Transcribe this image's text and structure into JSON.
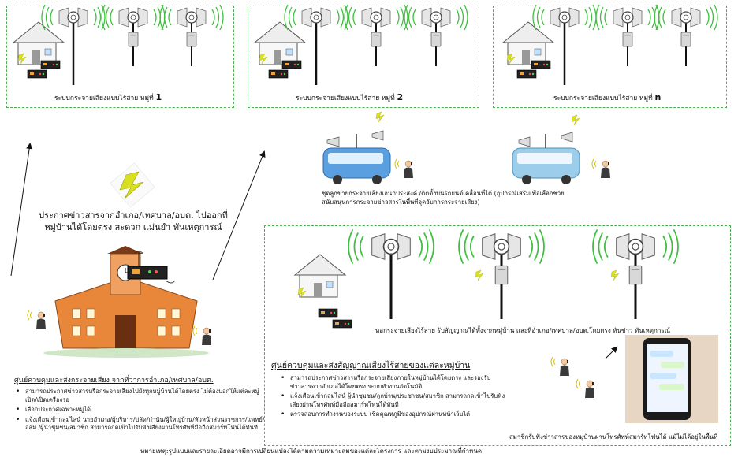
{
  "zones": {
    "village_1": {
      "label": "ระบบกระจายเสียงแบบไร้สาย หมู่ที่",
      "num": "1"
    },
    "village_2": {
      "label": "ระบบกระจายเสียงแบบไร้สาย หมู่ที่",
      "num": "2"
    },
    "village_n": {
      "label": "ระบบกระจายเสียงแบบไร้สาย หมู่ที่",
      "num": "n"
    }
  },
  "announce": {
    "line1": "ประกาศข่าวสารจากอำเภอ/เทศบาล/อบต. ไปออกที่",
    "line2": "หมู่บ้านได้โดยตรง สะดวก แม่นยำ ทันเหตุการณ์"
  },
  "mobile": {
    "line1": "ชุดลูกข่ายกระจายเสียงเอนกประสงค์ /ติดตั้งบนรถยนต์เคลื่อนที่ได้ (อุปกรณ์เสริมเพื่อเลือกช่วย",
    "line2": "สนับสนุนการกระจายข่าวสารในพื้นที่จุดอับการกระจายเสียง)"
  },
  "district_center": {
    "title": "ศูนย์ควบคุมและส่งกระจายเสียง จากที่ว่าการอำเภอ/เทศบาล/อบต.",
    "bullets": [
      "สามารถประกาศข่าวสารหรือกระจายเสียงไปยังทุกหมู่บ้านได้โดยตรง ไม่ต้องบอกให้แต่ละหมู่เปิด/เปิดเครื่องรอ",
      "เลือกประกาศเฉพาะหมู่ได้",
      "แจ้งเตือนเข้ากลุ่มไลน์ นายอำเภอ/ผู้บริหาร/ปลัด/กำนัน/ผู้ใหญ่บ้าน/หัวหน้าส่วนราชการ/แพทย์/อสม./ผู้นำชุมชน/สมาชิก สามารถกดเข้าไปรับฟังเสียงผ่านโทรศัพท์มือถือสมาร์ทโฟนได้ทันที"
    ]
  },
  "village_center": {
    "tower_caption": "หอกระจายเสียงไร้สาย รับสัญญาณได้ทั้งจากหมู่บ้าน และที่อำเภอ/เทศบาล/อบต.โดยตรง ทันข่าว ทันเหตุการณ์",
    "title": "ศูนย์ควบคุมและส่งสัญญาณเสียงไร้สายของแต่ละหมู่บ้าน",
    "bullets": [
      "สามารถประกาศข่าวสารหรือกระจายเสียงภายในหมู่บ้านได้โดยตรง และรองรับข่าวสารจากอำเภอได้โดยตรง ระบบทำงานอัตโนมัติ",
      "แจ้งเตือนเข้ากลุ่มไลน์ ผู้นำชุมชน/ลูกบ้าน/ประชาชน/สมาชิก สามารถกดเข้าไปรับฟังเสียงผ่านโทรศัพท์มือถือสมาร์ทโฟนได้ทันที",
      "ตรวจสอบการทำงานของระบบ เช็คคุณหภูมิของอุปกรณ์ผ่านหน้าเว็บได้"
    ],
    "phone_caption": "สมาชิกรับฟังข่าวสารของหมู่บ้านผ่านโทรศัพท์สมาร์ทโฟนได้ แม้ไม่ได้อยู่ในพื้นที่"
  },
  "note": "หมายเหตุ:รูปแบบและรายละเอียดอาจมีการเปลี่ยนแปลงได้ตามความเหมาะสมของแต่ละโครงการ และตามงบประมาณที่กำหนด",
  "colors": {
    "border": "#4caf50",
    "wave": "#3fbf3f",
    "lightning": "#d9e021",
    "building": "#e8873a"
  }
}
